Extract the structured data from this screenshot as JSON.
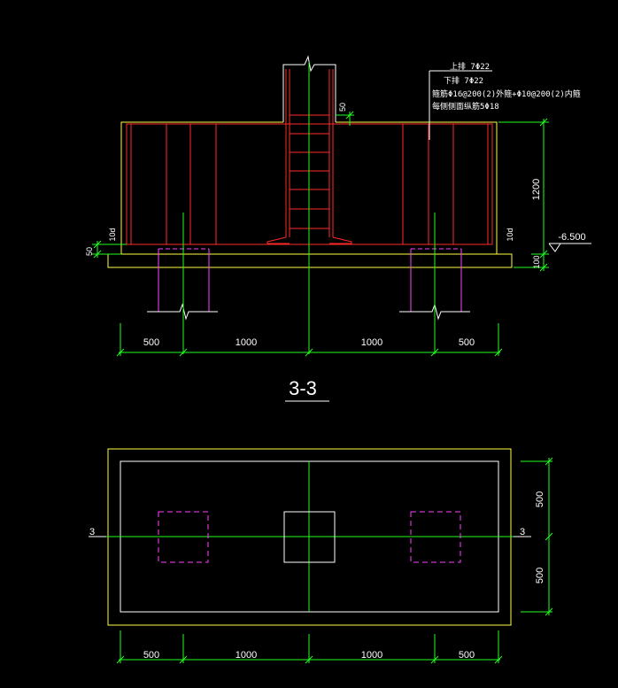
{
  "colors": {
    "background": "#000000",
    "outline": "#ffff40",
    "rebar": "#ff2a2a",
    "axis": "#22ff22",
    "pile": "#ff40ff",
    "text": "#ffffff",
    "column": "#ffffff"
  },
  "section": {
    "title": "3-3",
    "note_top_rebar": "上排 7Φ22",
    "note_bottom_rebar": "下排 7Φ22",
    "note_stirrup": "箍筋Φ16@200(2)外箍+Φ10@200(2)内箍",
    "note_side_bar": "每侧侧面纵筋5Φ18",
    "dim_50_column": "50",
    "dim_height": "1200",
    "dim_cushion": "100",
    "dim_50_left": "50",
    "anchor_left": "10d",
    "anchor_right": "10d",
    "elevation": "-6.500",
    "bottom_dims": [
      "500",
      "1000",
      "1000",
      "500"
    ]
  },
  "plan": {
    "section_mark_left": "3",
    "section_mark_right": "3",
    "right_dims": [
      "500",
      "500"
    ],
    "bottom_dims": [
      "500",
      "1000",
      "1000",
      "500"
    ]
  }
}
